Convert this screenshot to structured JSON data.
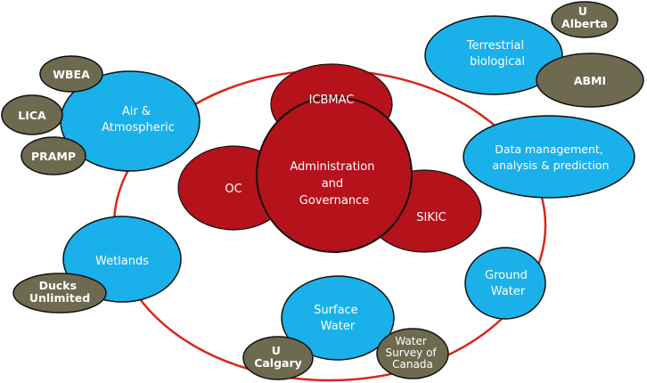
{
  "colors": {
    "ring": "#d9261c",
    "blue_node": "#1ab0ea",
    "red_node": "#b5121b",
    "olive_node": "#6e6a50",
    "outline": "#111111"
  },
  "core": {
    "center": [
      "Administration",
      "and",
      "Governance"
    ],
    "top": "ICBMAC",
    "left": "OC",
    "right": "SIKIC"
  },
  "themes": {
    "air": [
      "Air &",
      "Atmospheric"
    ],
    "terrestrial": [
      "Terrestrial",
      "biological"
    ],
    "data": [
      "Data management,",
      "analysis & prediction"
    ],
    "ground": [
      "Ground",
      "Water"
    ],
    "surface": [
      "Surface",
      "Water"
    ],
    "wetlands": [
      "Wetlands"
    ]
  },
  "partners": {
    "wbea": [
      "WBEA"
    ],
    "lica": [
      "LICA"
    ],
    "pramp": [
      "PRAMP"
    ],
    "ualberta": [
      "U",
      "Alberta"
    ],
    "abmi": [
      "ABMI"
    ],
    "ducks": [
      "Ducks",
      "Unlimited"
    ],
    "ucalgary": [
      "U",
      "Calgary"
    ],
    "wsc": [
      "Water",
      "Survey of",
      "Canada"
    ]
  }
}
